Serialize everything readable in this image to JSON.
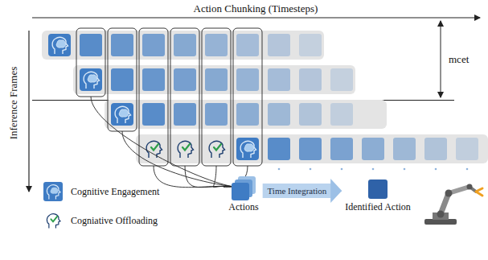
{
  "diagram": {
    "nodes": [
      {
        "text": [
          "Actions"
        ]
      },
      {
        "text": [
          "Identified Action"
        ]
      }
    ],
    "edges": [
      {
        "from": 0,
        "to": 1,
        "label": "Time Integration",
        "arrow": "to"
      }
    ],
    "labels": [
      "Action Chunking (Timesteps)",
      "Inference Frames",
      "mcet"
    ],
    "legend": [
      {
        "text": "Cognitive Engagement",
        "color": "#3f7cc4"
      },
      {
        "text": "Cogniative Offloading"
      }
    ]
  }
}
